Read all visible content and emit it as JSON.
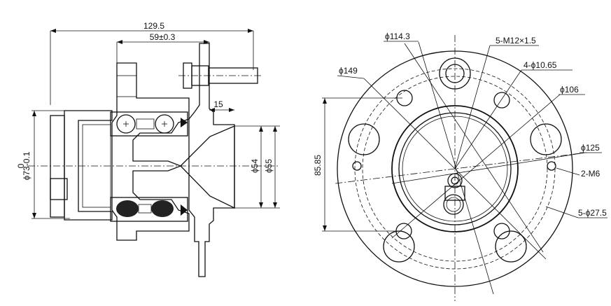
{
  "side_view": {
    "dims": {
      "overall_length": "129.5",
      "flange_offset": "59±0.3",
      "pilot_length": "15",
      "bore_small": "ϕ54",
      "bore_large": "ϕ55",
      "outer_dia_zero": "0",
      "outer_dia": "ϕ73-0.1"
    }
  },
  "front_view": {
    "dims": {
      "pcd_114": "ϕ114.3",
      "stud_thread": "5-M12×1.5",
      "small_holes": "4-ϕ10.65",
      "dia_149": "ϕ149",
      "dia_106": "ϕ106",
      "dia_125": "ϕ125",
      "thread_m6": "2-M6",
      "height_85": "85.85",
      "large_holes": "5-ϕ27.5"
    }
  }
}
